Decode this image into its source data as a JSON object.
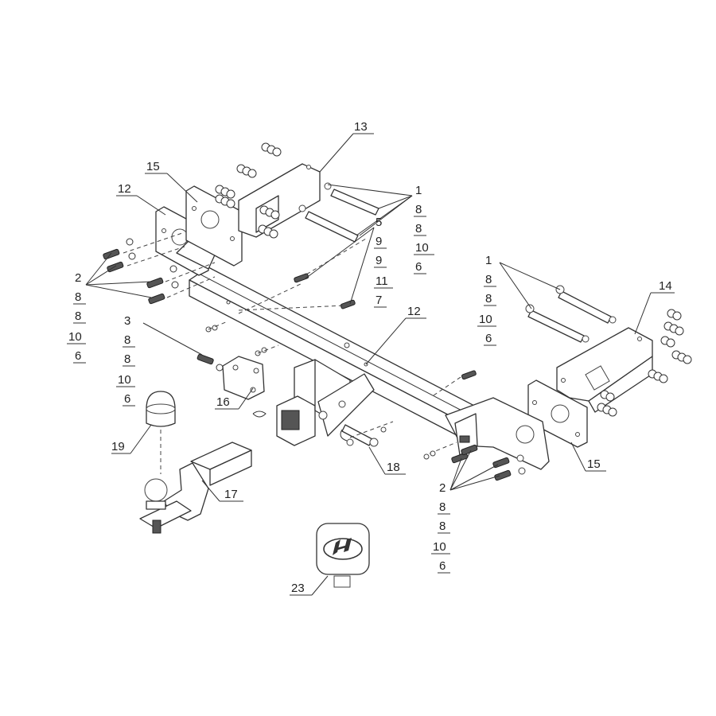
{
  "callouts": {
    "c13": "13",
    "c15a": "15",
    "c12a": "12",
    "group_top_right": [
      "1",
      "8",
      "8",
      "10",
      "6"
    ],
    "group_mid": [
      "5",
      "9",
      "9",
      "11",
      "7"
    ],
    "group_left": [
      "2",
      "8",
      "8",
      "10",
      "6"
    ],
    "group_left_lower": [
      "3",
      "8",
      "8",
      "10",
      "6"
    ],
    "c12b": "12",
    "group_right": [
      "1",
      "8",
      "8",
      "10",
      "6"
    ],
    "c14": "14",
    "c16": "16",
    "c19": "19",
    "c17": "17",
    "c18": "18",
    "c15b": "15",
    "group_bottom": [
      "2",
      "8",
      "8",
      "10",
      "6"
    ],
    "c23": "23"
  },
  "icons": {
    "emblem": "hyundai-logo-icon"
  }
}
